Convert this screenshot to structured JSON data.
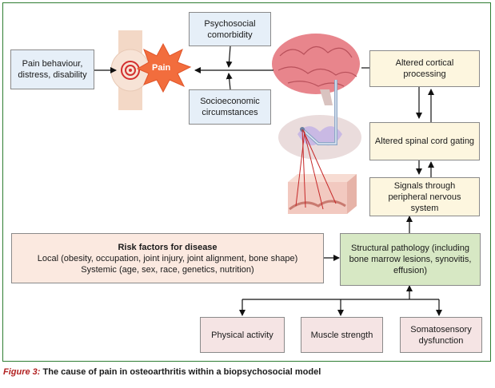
{
  "boxes": {
    "psychosocial": "Psychosocial comorbidity",
    "socioeconomic": "Socioeconomic circumstances",
    "pain_behaviour": "Pain behaviour, distress, disability",
    "pain": "Pain",
    "altered_cortical": "Altered cortical processing",
    "altered_spinal": "Altered spinal cord gating",
    "signals": "Signals through peripheral nervous system",
    "structural": "Structural pathology (including bone marrow lesions, synovitis, effusion)",
    "physical_activity": "Physical activity",
    "muscle_strength": "Muscle strength",
    "somatosensory": "Somatosensory dysfunction"
  },
  "risk": {
    "title": "Risk factors for disease",
    "local": "Local (obesity, occupation, joint injury, joint alignment, bone shape)",
    "systemic": "Systemic (age, sex, race, genetics, nutrition)"
  },
  "caption": {
    "figure_label": "Figure 3:",
    "text": "The cause of pain in osteoarthritis within a biopsychosocial model"
  },
  "colors": {
    "blue_box": "#e6eff8",
    "yellow_box": "#fdf6df",
    "green_box": "#d7e8c4",
    "peach_box": "#fbe9e0",
    "pink_box": "#f5e4e4",
    "frame": "#2e7d32",
    "caption_label": "#b22222"
  }
}
